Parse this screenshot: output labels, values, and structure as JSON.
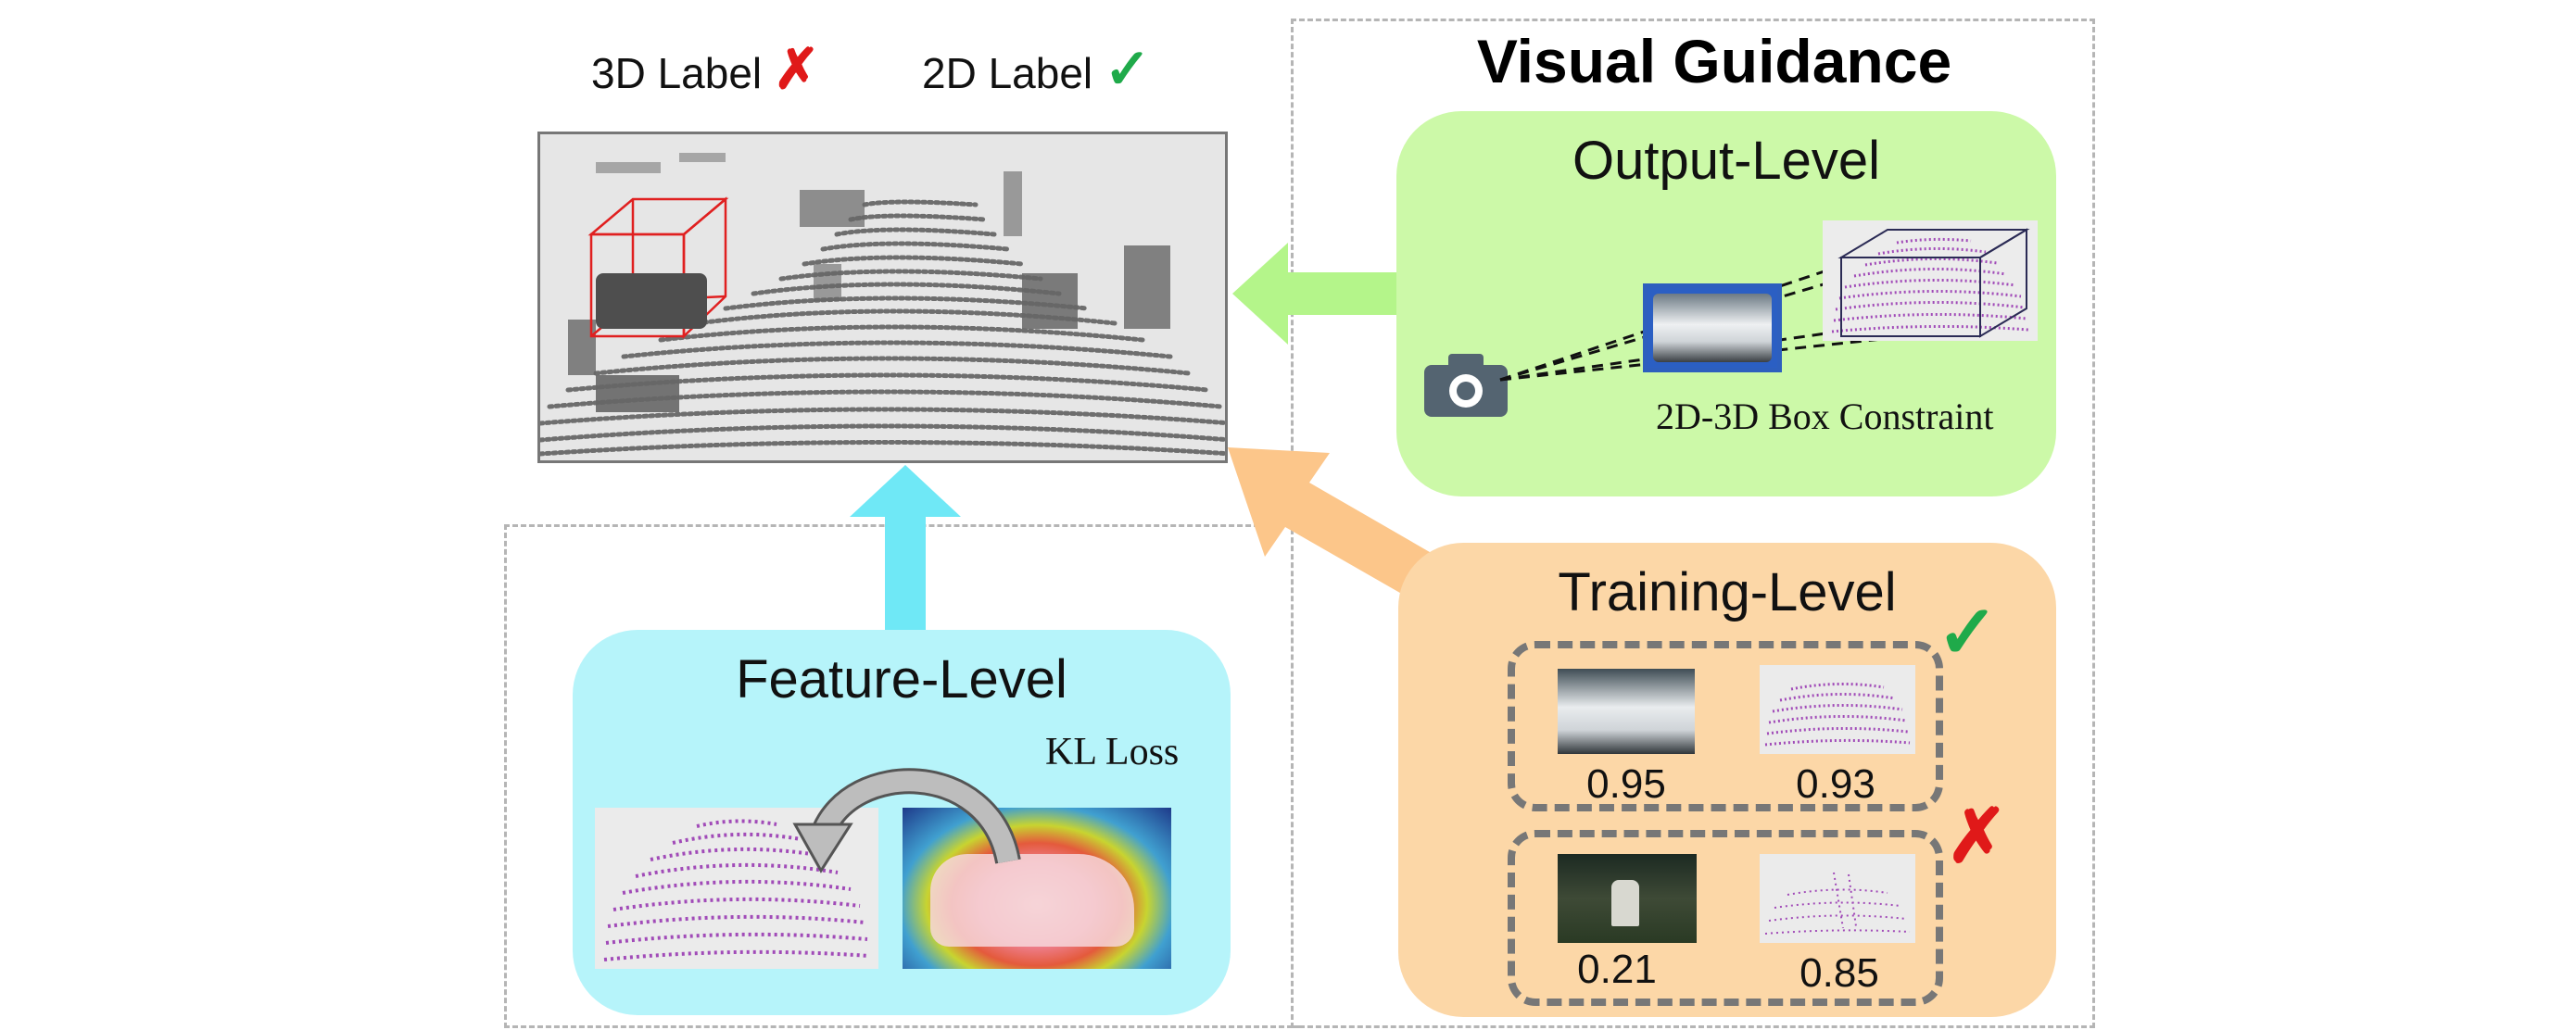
{
  "labels": {
    "label_3d": "3D Label",
    "label_2d": "2D Label",
    "cross_glyph": "✗",
    "check_glyph": "✓"
  },
  "title": "Visual Guidance",
  "output_level": {
    "title": "Output-Level",
    "caption": "2D-3D Box Constraint"
  },
  "training_level": {
    "title": "Training-Level",
    "positive": {
      "image_score": "0.95",
      "point_score": "0.93"
    },
    "negative": {
      "image_score": "0.21",
      "point_score": "0.85"
    }
  },
  "feature_level": {
    "title": "Feature-Level",
    "loss_label": "KL Loss"
  },
  "colors": {
    "output_panel": "#ccf9a8",
    "training_panel": "#fcd7a7",
    "feature_panel": "#b6f4fa",
    "arrow_green": "#b4f58a",
    "arrow_orange": "#fcc68a",
    "arrow_cyan": "#6fe8f6",
    "check": "#1faa4a",
    "cross": "#e01919",
    "point_purple": "#a14bb8"
  },
  "icons": {
    "camera": "camera-icon",
    "check": "check-icon",
    "cross": "cross-icon"
  }
}
